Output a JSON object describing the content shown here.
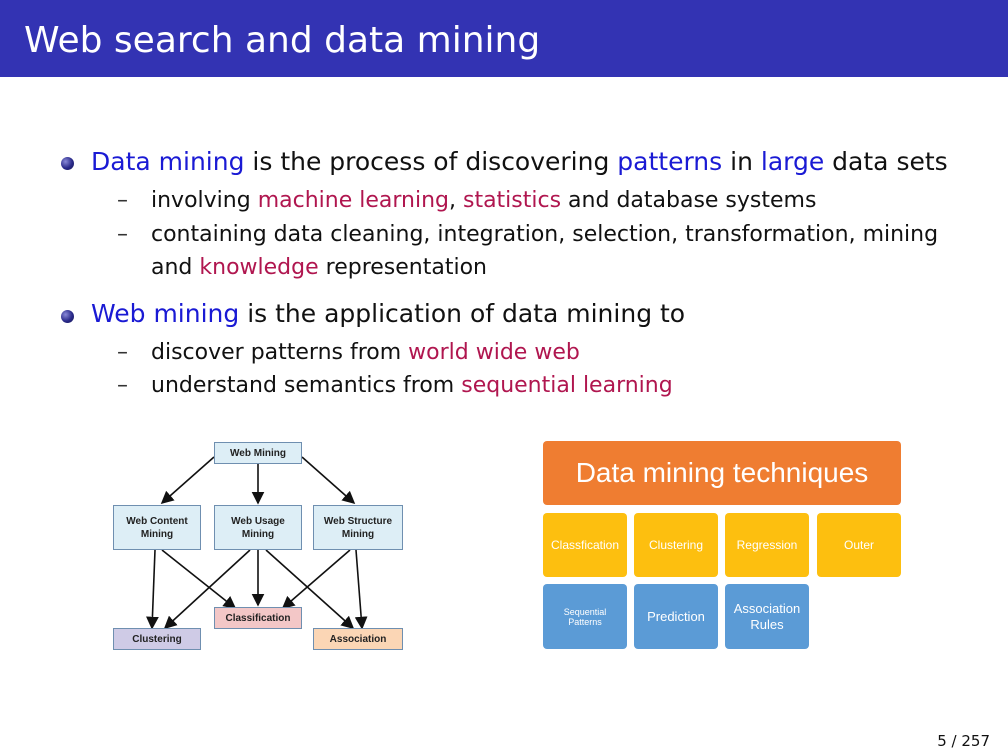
{
  "slide": {
    "title": "Web search and data mining",
    "page_number": "5 / 257"
  },
  "bullet1": {
    "term": "Data mining",
    "text_a": " is the process of discovering ",
    "hl_patterns": "patterns",
    "text_b": " in ",
    "hl_large": "large",
    "text_c": " data sets",
    "sub1": {
      "text_a": "involving ",
      "hl_ml": "machine learning",
      "comma": ", ",
      "hl_stats": "statistics",
      "text_b": " and database systems"
    },
    "sub2": {
      "line1": "containing data cleaning, integration, selection, transformation, mining",
      "text_a": "and ",
      "hl_knowledge": "knowledge",
      "text_b": " representation"
    }
  },
  "bullet2": {
    "term": "Web mining",
    "text_a": " is the application of data mining to",
    "sub1": {
      "text_a": "discover patterns from ",
      "hl": "world wide web"
    },
    "sub2": {
      "text_a": "understand semantics from ",
      "hl": "sequential learning"
    }
  },
  "web_mining_diagram": {
    "root": "Web Mining",
    "level1": [
      "Web Content Mining",
      "Web Usage Mining",
      "Web Structure Mining"
    ],
    "level2": [
      "Clustering",
      "Classification",
      "Association"
    ],
    "colors": {
      "node": "#ddeef6",
      "clustering": "#cfcbe6",
      "classification": "#f3c7c7",
      "association": "#fbd6b5",
      "border": "#6f8fb0"
    }
  },
  "techniques": {
    "title": "Data mining techniques",
    "row1": [
      "Classfication",
      "Clustering",
      "Regression",
      "Outer"
    ],
    "row2": [
      "Sequential Patterns",
      "Prediction",
      "Association Rules"
    ],
    "colors": {
      "title": "#ef7d31",
      "row1": "#fdbf0f",
      "row2": "#5b9bd6"
    }
  },
  "colors": {
    "title_bar": "#3333b3",
    "blue_text": "#1a1ad4",
    "red_text": "#b0164f"
  }
}
